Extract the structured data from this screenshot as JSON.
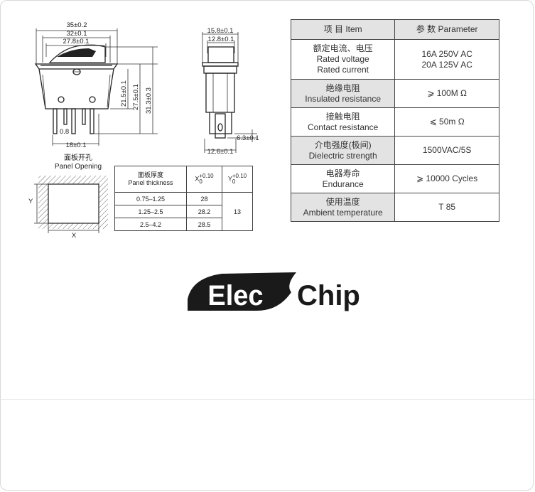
{
  "drawing": {
    "dims": {
      "w35": "35±0.2",
      "w32": "32±0.1",
      "w278": "27.8±0.1",
      "h215": "21.5±0.1",
      "h275": "27.5±0.1",
      "h313": "31.3±0.3",
      "p08": "0.8",
      "w18": "18±0.1",
      "w158": "15.8±0.1",
      "w128a": "12.8±0.1",
      "h63": "6.3±0.1",
      "w126": "12.6±0.1"
    },
    "panel_opening_cn": "面板开孔",
    "panel_opening_en": "Panel Opening",
    "axis_x": "X",
    "axis_y": "Y"
  },
  "panel_table": {
    "header_cn": "面板厚度",
    "header_en": "Panel thickness",
    "x_head": "X",
    "x_tol_upper": "+0.10",
    "x_tol_lower": "0",
    "y_head": "Y",
    "y_tol_upper": "+0.10",
    "y_tol_lower": "0",
    "rows": [
      {
        "thickness": "0.75–1.25",
        "x": "28"
      },
      {
        "thickness": "1.25–2.5",
        "x": "28.2"
      },
      {
        "thickness": "2.5–4.2",
        "x": "28.5"
      }
    ],
    "y_value": "13"
  },
  "spec_table": {
    "header_item": "项 目   Item",
    "header_param": "参 数   Parameter",
    "rows": [
      {
        "cn": "额定电流、电压",
        "en1": "Rated voltage",
        "en2": "Rated current",
        "v1": "16A   250V AC",
        "v2": "20A   125V AC"
      },
      {
        "cn": "绝缘电阻",
        "en1": "Insulated resistance",
        "v1": "⩾ 100M Ω"
      },
      {
        "cn": "接触电阻",
        "en1": "Contact resistance",
        "v1": "⩽ 50m Ω"
      },
      {
        "cn": "介电强度(极间)",
        "en1": "Dielectric strength",
        "v1": "1500VAC/5S"
      },
      {
        "cn": "电器寿命",
        "en1": "Endurance",
        "v1": "⩾ 10000 Cycles"
      },
      {
        "cn": "使用温度",
        "en1": "Ambient temperature",
        "v1": "T 85"
      }
    ]
  },
  "logo": {
    "part1": "Elec",
    "part2": "Chip",
    "color": "#1a1a1a"
  }
}
